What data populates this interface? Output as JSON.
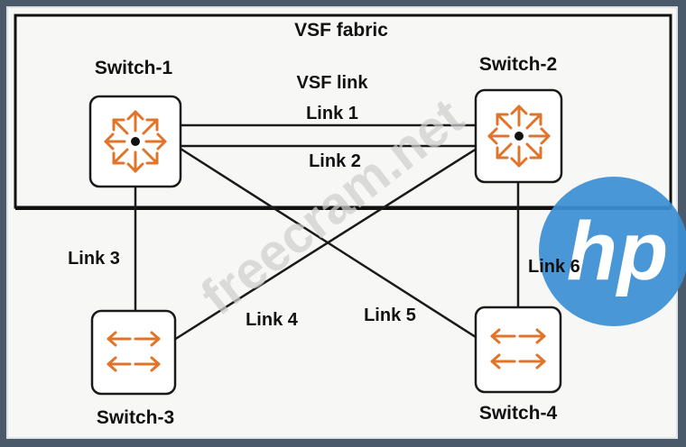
{
  "fabric": {
    "title": "VSF fabric",
    "link_title": "VSF link"
  },
  "switches": {
    "s1": "Switch-1",
    "s2": "Switch-2",
    "s3": "Switch-3",
    "s4": "Switch-4"
  },
  "links": {
    "l1": "Link 1",
    "l2": "Link 2",
    "l3": "Link 3",
    "l4": "Link 4",
    "l5": "Link 5",
    "l6": "Link 6"
  },
  "watermark": "freecram.net",
  "logo": {
    "text": "hp",
    "color": "#3b8fd4"
  },
  "colors": {
    "icon": "#e0742a",
    "line": "#1a1a1a"
  }
}
